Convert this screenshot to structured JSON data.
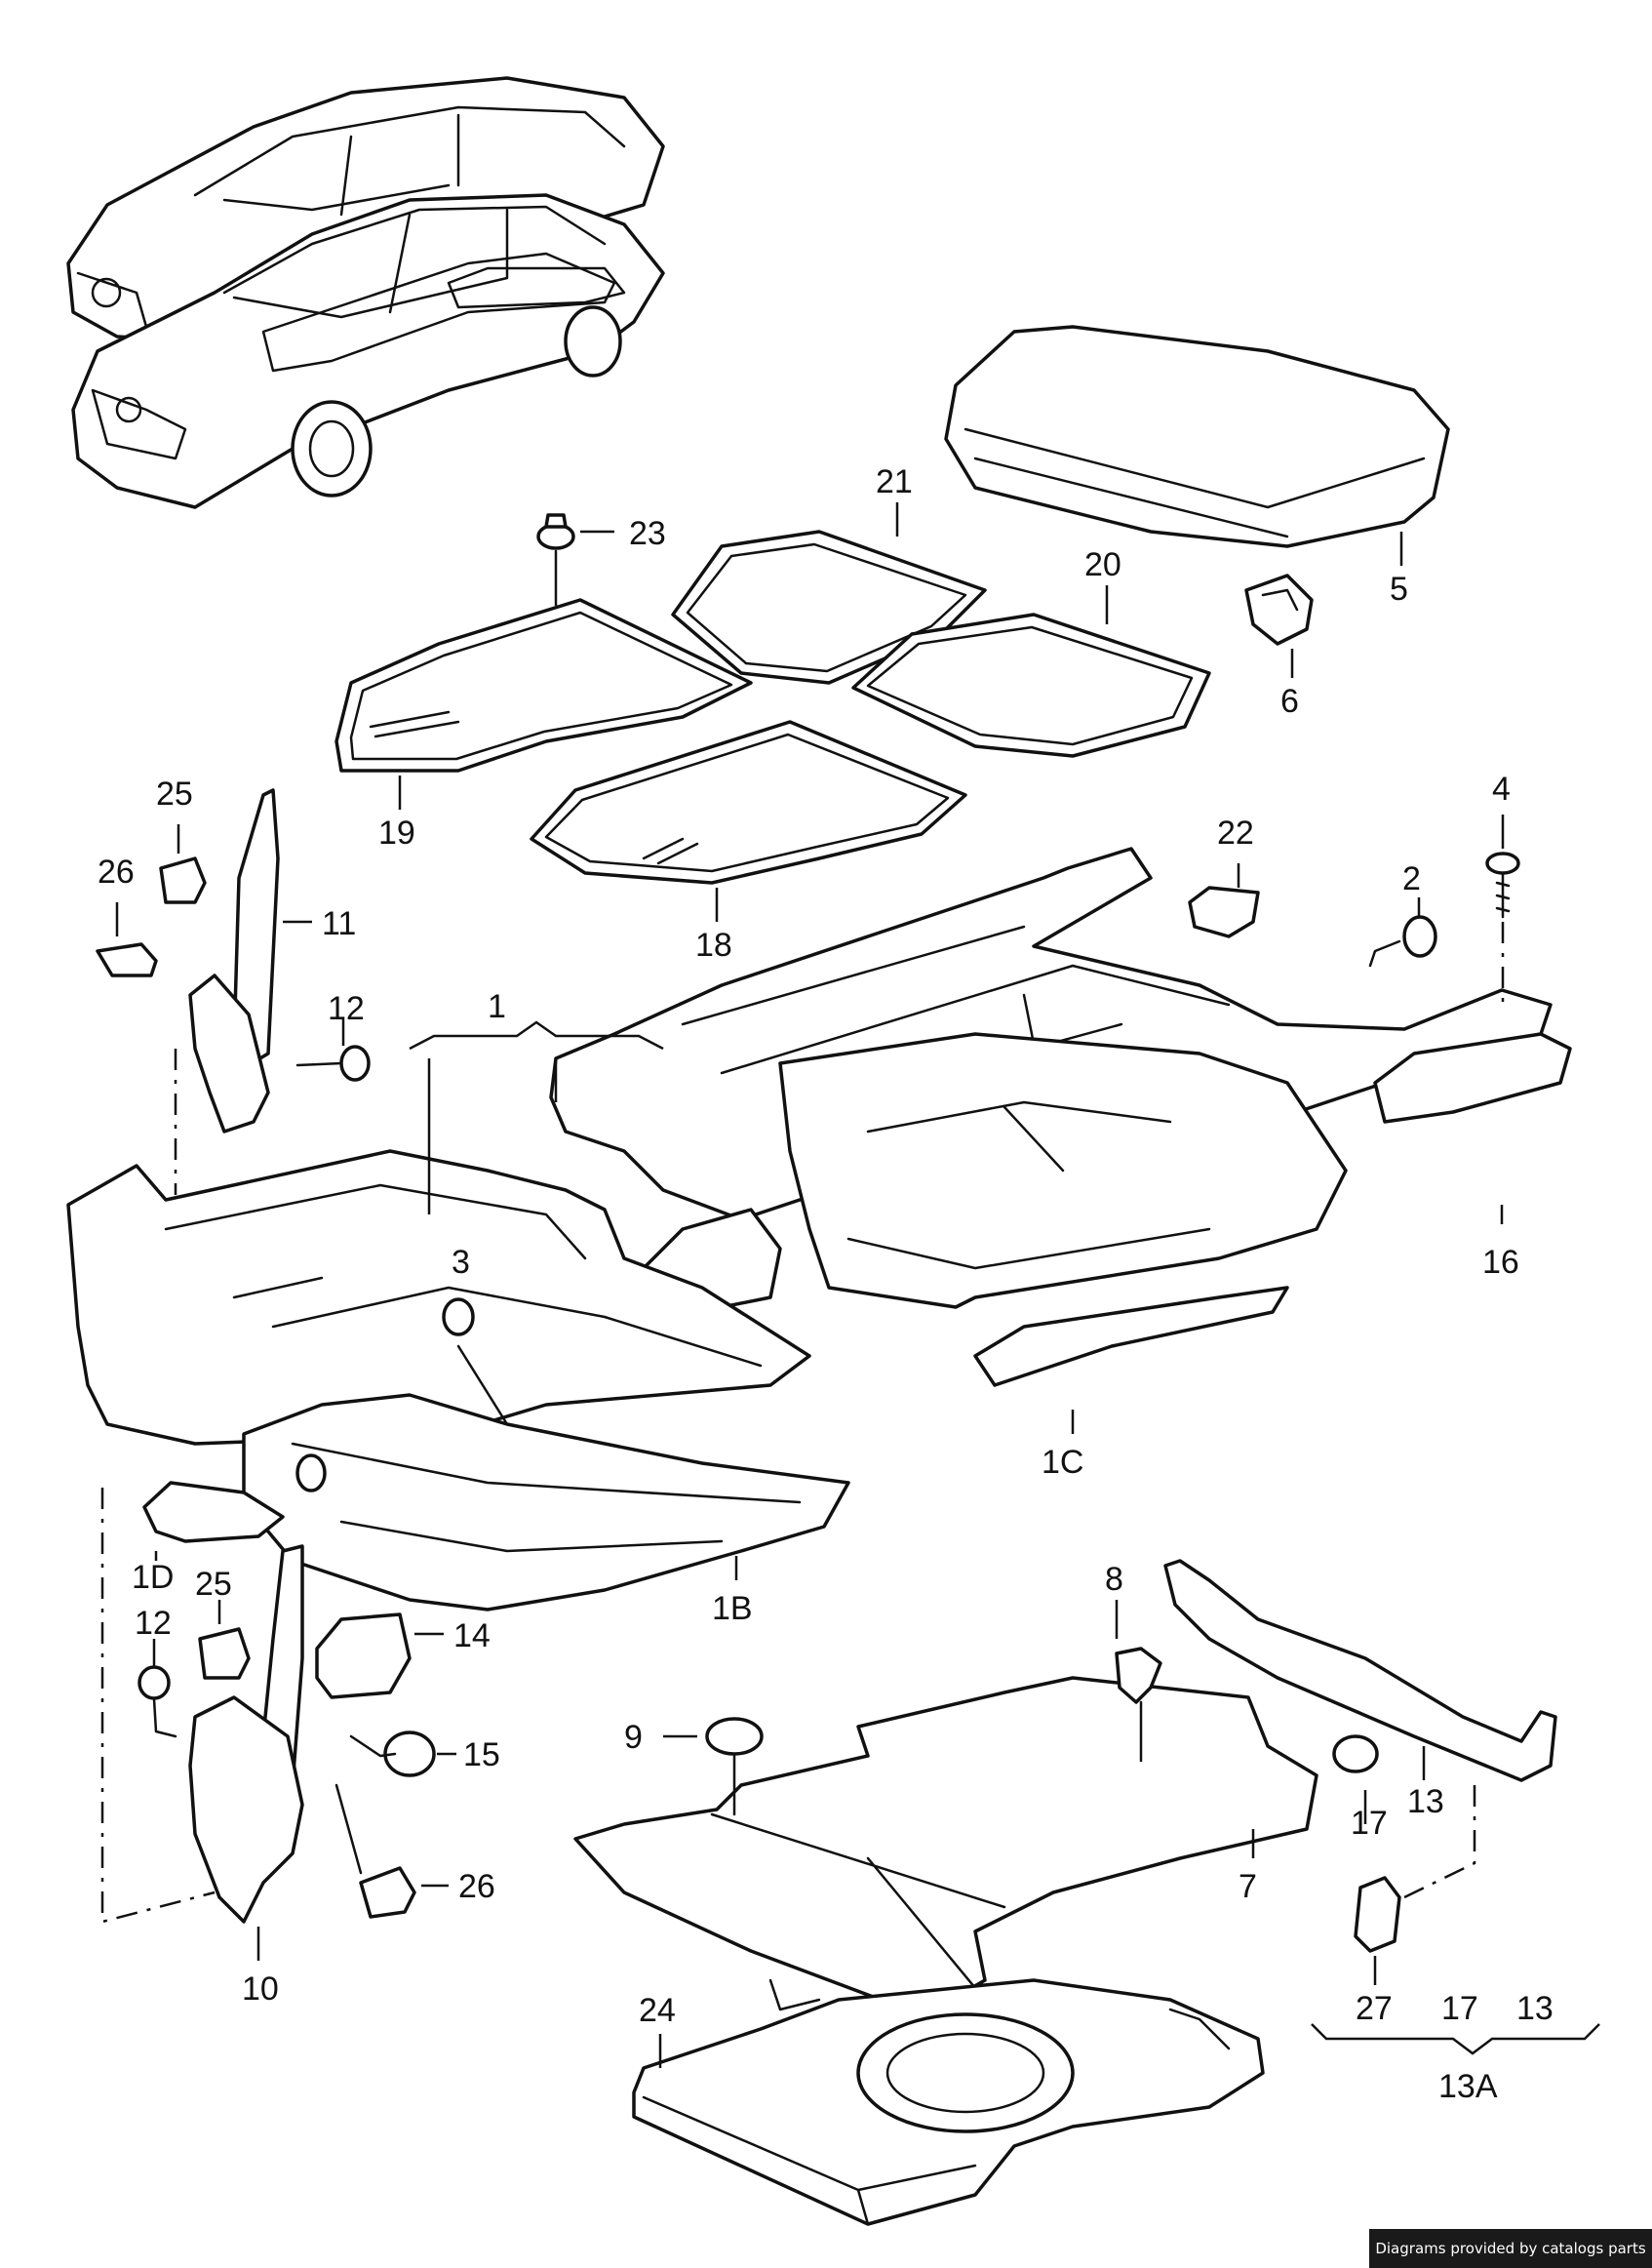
{
  "diagram": {
    "callouts": {
      "c1": "1",
      "c1b": "1B",
      "c1c": "1C",
      "c1d": "1D",
      "c2": "2",
      "c3": "3",
      "c4": "4",
      "c5": "5",
      "c6": "6",
      "c7": "7",
      "c8": "8",
      "c9": "9",
      "c10": "10",
      "c11": "11",
      "c12a": "12",
      "c12b": "12",
      "c13a": "13",
      "c13b": "13",
      "c13grp": "13A",
      "c14": "14",
      "c15": "15",
      "c16": "16",
      "c17a": "17",
      "c17b": "17",
      "c18": "18",
      "c19": "19",
      "c20": "20",
      "c21": "21",
      "c22": "22",
      "c23": "23",
      "c24": "24",
      "c25a": "25",
      "c25b": "25",
      "c26a": "26",
      "c26b": "26",
      "c27": "27"
    }
  },
  "footer": {
    "credit": "Diagrams provided by catalogs parts"
  },
  "colors": {
    "ink": "#111111",
    "background": "#ffffff",
    "badge": "#1a1a1a"
  }
}
